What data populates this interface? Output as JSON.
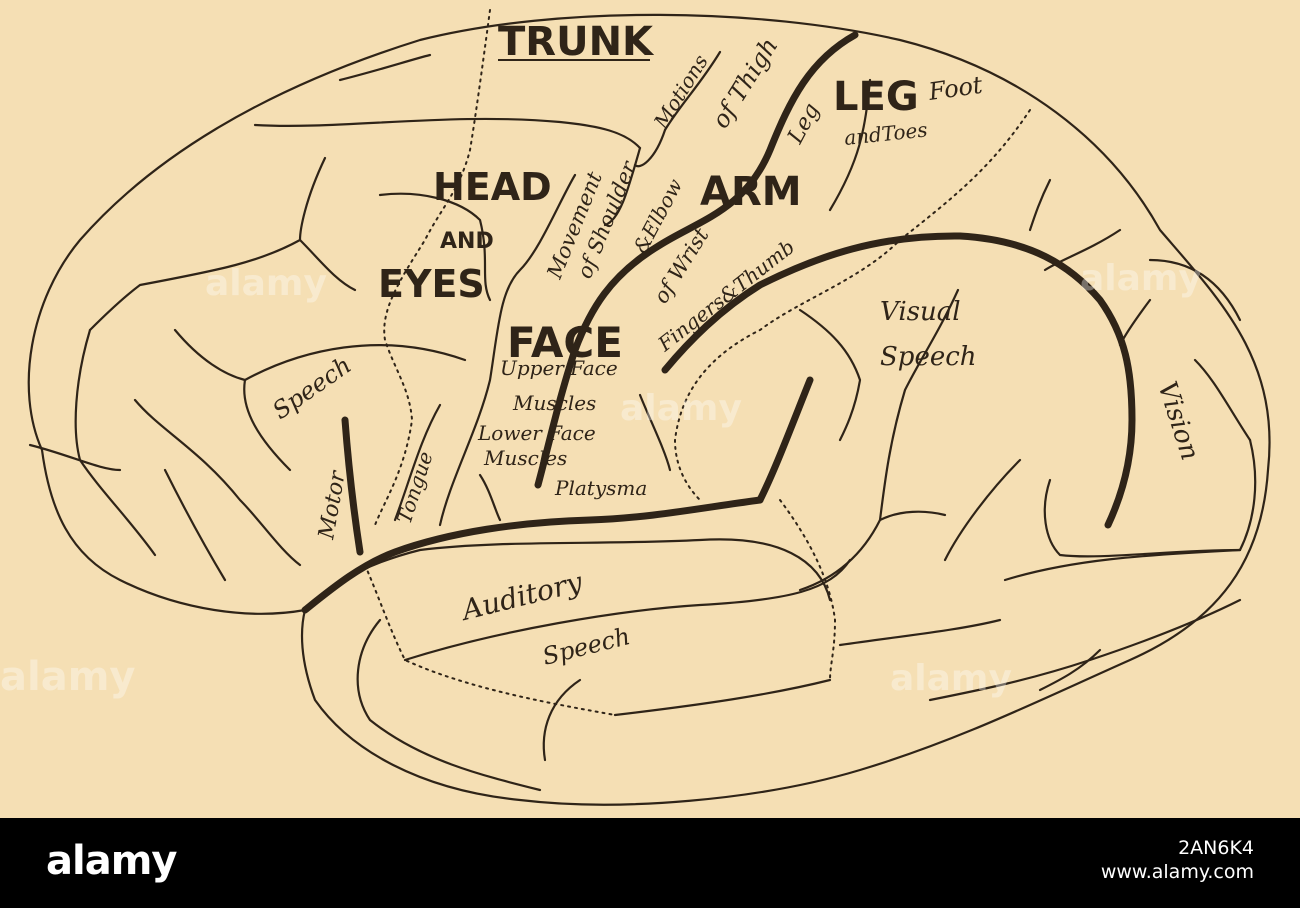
{
  "colors": {
    "paper": "#f5dfb4",
    "ink": "#2f2418",
    "footer_bg": "#000000",
    "footer_text": "#ffffff"
  },
  "labels": {
    "trunk": "TRUNK",
    "motions": "Motions",
    "of_thigh": "of Thigh",
    "leg_caps": "LEG",
    "foot": "Foot",
    "and_toes": "andToes",
    "leg_script": "Leg",
    "head": "HEAD",
    "and": "AND",
    "eyes": "EYES",
    "movement": "Movement",
    "of_shoulder": "of Shoulder",
    "and_elbow": "&Elbow",
    "arm": "ARM",
    "of_wrist": "of Wrist",
    "fingers_thumb": "Fingers&Thumb",
    "face": "FACE",
    "upper_face": "Upper Face",
    "muscles_1": "Muscles",
    "lower_face": "Lower Face",
    "muscles_2": "Muscles",
    "platysma": "Platysma",
    "speech_motor": "Speech",
    "motor": "Motor",
    "tongue": "Tongue",
    "visual": "Visual",
    "speech_visual": "Speech",
    "vision": "Vision",
    "auditory": "Auditory",
    "speech_auditory": "Speech"
  },
  "watermark": {
    "text": "alamy"
  },
  "footer": {
    "logo": "alamy",
    "image_id": "2AN6K4",
    "url": "www.alamy.com"
  }
}
